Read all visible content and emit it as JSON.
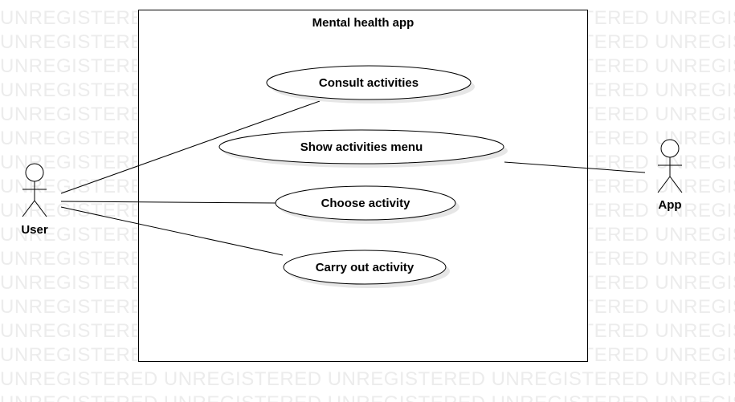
{
  "watermark": {
    "text": "UNREGISTERED"
  },
  "diagram": {
    "system": {
      "title": "Mental health app"
    },
    "use_cases": [
      {
        "id": "consult",
        "label": "Consult activities"
      },
      {
        "id": "menu",
        "label": "Show activities menu"
      },
      {
        "id": "choose",
        "label": "Choose activity"
      },
      {
        "id": "carry",
        "label": "Carry out activity"
      }
    ],
    "actors": [
      {
        "id": "user",
        "label": "User"
      },
      {
        "id": "app",
        "label": "App"
      }
    ],
    "associations": [
      {
        "from": "user",
        "to": "consult"
      },
      {
        "from": "user",
        "to": "choose"
      },
      {
        "from": "user",
        "to": "carry"
      },
      {
        "from": "app",
        "to": "menu"
      }
    ]
  }
}
